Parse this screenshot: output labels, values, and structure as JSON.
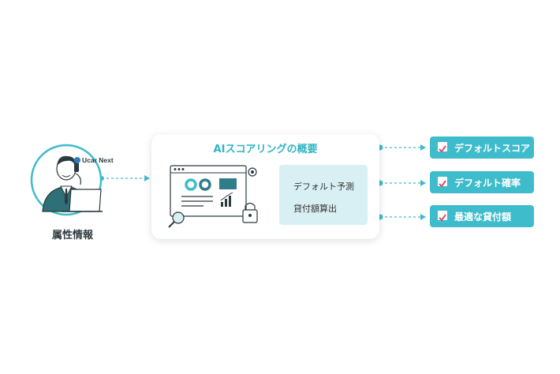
{
  "input": {
    "label": "属性情報",
    "app_badge": "Ucar Next"
  },
  "process": {
    "title": "AIスコアリングの概要",
    "predictions": [
      "デフォルト予測",
      "貸付額算出"
    ]
  },
  "outputs": [
    {
      "label": "デフォルトスコア"
    },
    {
      "label": "デフォルト確率"
    },
    {
      "label": "最適な貸付額"
    }
  ],
  "colors": {
    "accent": "#3fbccb",
    "accent_dark": "#2a9aa9",
    "panel": "#d8f0f3",
    "title": "#2fb4c3"
  }
}
